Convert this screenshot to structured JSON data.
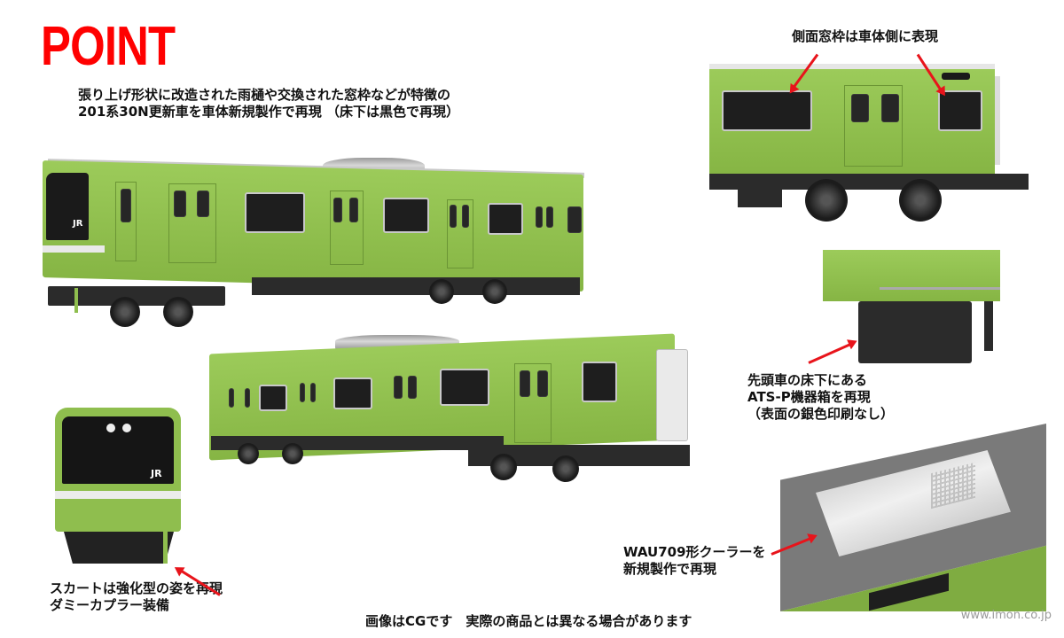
{
  "header": {
    "title": "POINT",
    "title_color": "#ff0000"
  },
  "captions": {
    "main_line1": "張り上げ形状に改造された雨樋や交換された窓枠などが特徴の",
    "main_line2": "201系30N更新車を車体新規製作で再現 （床下は黒色で再現）",
    "window_frame": "側面窓枠は車体側に表現",
    "ats_line1": "先頭車の床下にある",
    "ats_line2": "ATS-P機器箱を再現",
    "ats_line3": "（表面の銀色印刷なし）",
    "cooler_line1": "WAU709形クーラーを",
    "cooler_line2": "新規製作で再現",
    "skirt_line1": "スカートは強化型の姿を再現",
    "skirt_line2": "ダミーカプラー装備",
    "disclaimer": "画像はCGです　実際の商品とは異なる場合があります"
  },
  "images": {
    "lead_car_side": "201系 先頭車 側面斜視CG",
    "trailing_car_side": "201系 中間側 車端斜視CG",
    "front_view": "201系 前面CG",
    "window_closeup": "側面窓枠 拡大CG",
    "ats_box_closeup": "ATS-P機器箱 拡大CG",
    "cooler_closeup": "WAU709形クーラー 拡大CG",
    "front_logo": "JR",
    "body_color": "#8fbe4e",
    "arrow_color": "#e8141b"
  },
  "footer": {
    "watermark": "www.imon.co.jp"
  }
}
